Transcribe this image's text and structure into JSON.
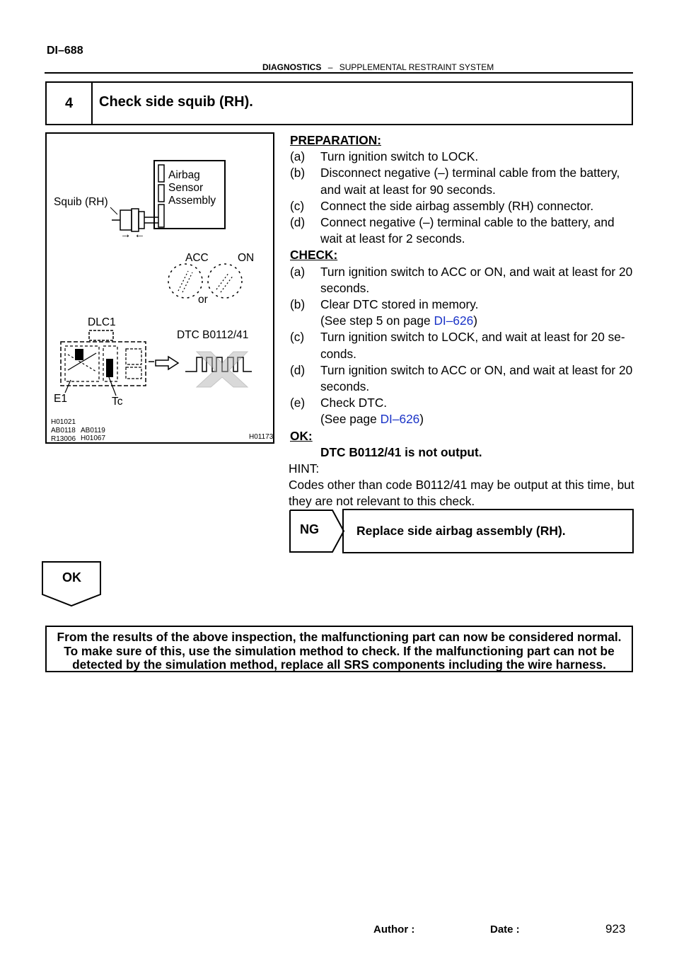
{
  "header": {
    "page_code": "DI–688",
    "section": "DIAGNOSTICS",
    "separator": "–",
    "subsection": "SUPPLEMENTAL RESTRAINT SYSTEM"
  },
  "step": {
    "number": "4",
    "title": "Check side squib (RH)."
  },
  "figure": {
    "labels": {
      "squib": "Squib (RH)",
      "sensor_line1": "Airbag",
      "sensor_line2": "Sensor",
      "sensor_line3": "Assembly",
      "arrows": "→ ←",
      "acc": "ACC",
      "on": "ON",
      "or": "or",
      "dlc1": "DLC1",
      "dtc": "DTC B0112/41",
      "e1": "E1",
      "tc": "Tc"
    },
    "codes": {
      "c1": "H01021",
      "c2": "AB0118",
      "c3": "AB0119",
      "c4": "R13006",
      "c5": "H01067",
      "c6": "H01173"
    }
  },
  "preparation": {
    "heading": "PREPARATION:",
    "items": [
      {
        "label": "(a)",
        "text": "Turn ignition switch to LOCK."
      },
      {
        "label": "(b)",
        "text": "Disconnect negative (–) terminal cable from the battery,",
        "cont": "and wait at least for 90 seconds."
      },
      {
        "label": "(c)",
        "text": "Connect the side airbag assembly (RH) connector."
      },
      {
        "label": "(d)",
        "text": "Connect negative (–) terminal cable to the battery, and",
        "cont": "wait at least for 2 seconds."
      }
    ]
  },
  "check": {
    "heading": "CHECK:",
    "a": {
      "label": "(a)",
      "text": "Turn ignition switch to ACC or ON, and wait at least for 20",
      "cont": "seconds."
    },
    "b": {
      "label": "(b)",
      "text": "Clear DTC stored in memory.",
      "cont_pre": "(See step 5 on page ",
      "link": "DI–626",
      "cont_post": ")"
    },
    "c": {
      "label": "(c)",
      "text": "Turn ignition switch to LOCK, and wait at least for 20 se-",
      "cont": "conds."
    },
    "d": {
      "label": "(d)",
      "text": "Turn ignition switch to ACC or ON, and wait at least for 20",
      "cont": "seconds."
    },
    "e": {
      "label": "(e)",
      "text": "Check DTC.",
      "cont_pre": "(See page ",
      "link": "DI–626",
      "cont_post": ")"
    }
  },
  "ok_result": {
    "heading": "OK:",
    "text": "DTC B0112/41 is not output."
  },
  "hint": {
    "heading": "HINT:",
    "line1": "Codes other than code B0112/41 may be output at this time, but",
    "line2": "they are not relevant to this check."
  },
  "ng": {
    "label": "NG",
    "text": "Replace side airbag assembly (RH)."
  },
  "ok_branch": {
    "label": "OK"
  },
  "conclusion": {
    "line1": "From the results of the above inspection, the malfunctioning part can now be considered normal.",
    "line2": "To make sure of this, use the simulation method to check. If the malfunctioning part can not be",
    "line3": "detected by the simulation method, replace all SRS components including the wire harness."
  },
  "footer": {
    "author_label": "Author :",
    "date_label": "Date :",
    "page_number": "923"
  }
}
